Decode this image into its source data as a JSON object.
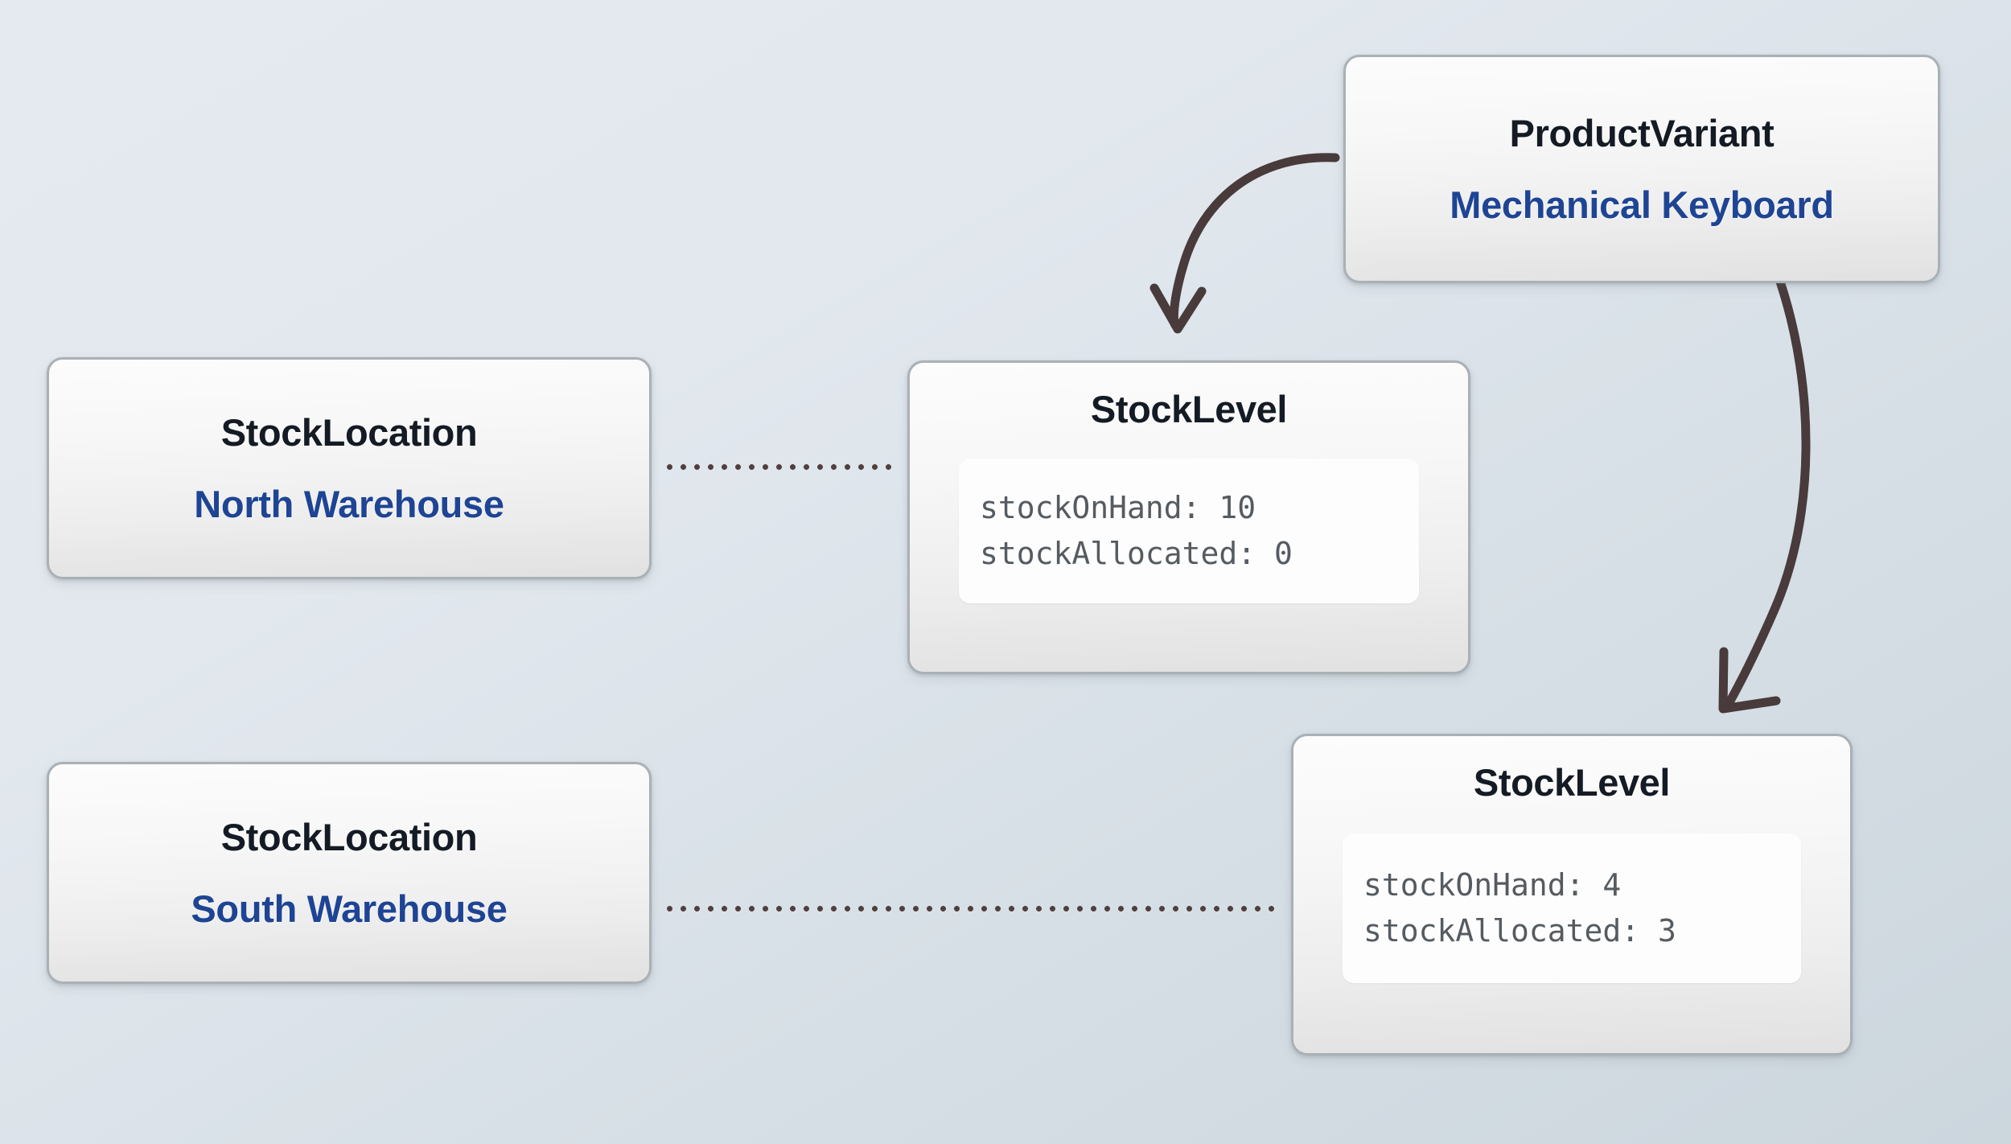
{
  "diagram": {
    "type": "entity-relationship",
    "title_text": "",
    "background": {
      "from": "#e5eaf0",
      "to": "#ccd6dd"
    },
    "colors": {
      "node_border": "#a9b1b6",
      "node_title": "#141b24",
      "node_subtitle": "#1e4494",
      "field_text": "#555b60",
      "field_panel": "#fdfdfd",
      "arrow": "#4a3a3a",
      "dotted_connector": "#4f4040"
    }
  },
  "nodes": {
    "product_variant": {
      "type_label": "ProductVariant",
      "name_label": "Mechanical Keyboard"
    },
    "stock_location_north": {
      "type_label": "StockLocation",
      "name_label": "North Warehouse"
    },
    "stock_location_south": {
      "type_label": "StockLocation",
      "name_label": "South Warehouse"
    },
    "stock_level_north": {
      "type_label": "StockLevel",
      "fields": [
        "stockOnHand: 10",
        "stockAllocated: 0"
      ],
      "field_names": [
        "stockOnHand",
        "stockAllocated"
      ],
      "field_values": [
        10,
        0
      ]
    },
    "stock_level_south": {
      "type_label": "StockLevel",
      "fields": [
        "stockOnHand: 4",
        "stockAllocated: 3"
      ],
      "field_names": [
        "stockOnHand",
        "stockAllocated"
      ],
      "field_values": [
        4,
        3
      ]
    }
  },
  "edges": [
    {
      "id": "variant-to-level-north",
      "from": "product_variant",
      "to": "stock_level_north",
      "style": "curved-arrow",
      "label": ""
    },
    {
      "id": "variant-to-level-south",
      "from": "product_variant",
      "to": "stock_level_south",
      "style": "curved-arrow",
      "label": ""
    },
    {
      "id": "location-north-to-level-north",
      "from": "stock_location_north",
      "to": "stock_level_north",
      "style": "dotted",
      "label": ""
    },
    {
      "id": "location-south-to-level-south",
      "from": "stock_location_south",
      "to": "stock_level_south",
      "style": "dotted",
      "label": ""
    }
  ]
}
